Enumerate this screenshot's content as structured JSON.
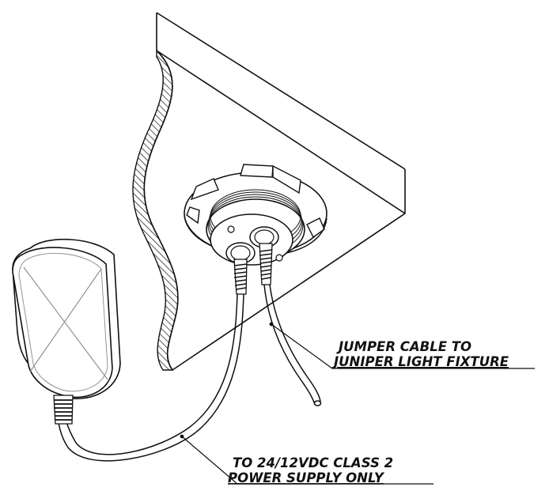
{
  "callouts": {
    "jumper_cable": {
      "line1": "JUMPER CABLE TO",
      "line2": "JUNIPER LIGHT FIXTURE"
    },
    "power_supply": {
      "line1": "TO 24/12VDC CLASS 2",
      "line2": "POWER SUPPLY ONLY"
    }
  },
  "colors": {
    "line": "#111111",
    "light_line": "#8a8a8a",
    "background": "#ffffff"
  }
}
